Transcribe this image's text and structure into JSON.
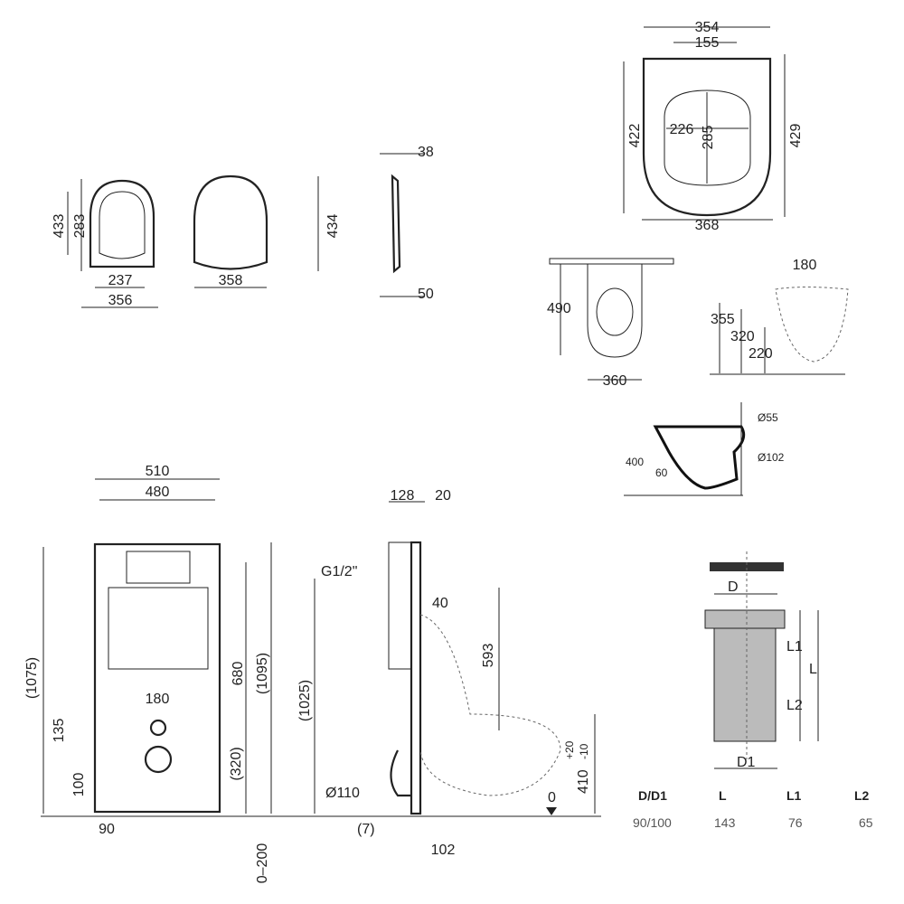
{
  "seat_small": {
    "height": "433",
    "inner_height": "283",
    "inner_width": "237",
    "width": "356"
  },
  "seat_lid": {
    "width": "358",
    "height": "434"
  },
  "seat_side": {
    "top": "38",
    "bottom": "50"
  },
  "seat_large": {
    "width_top": "354",
    "hinge": "155",
    "inner_width": "226",
    "inner_height": "285",
    "height_left": "422",
    "height_right": "429",
    "width_bottom": "368"
  },
  "bowl_top": {
    "length": "490",
    "width": "360"
  },
  "bowl_holes": {
    "spacing": "180",
    "h1": "355",
    "h2": "320",
    "h3": "220"
  },
  "bowl_side": {
    "height": "400",
    "base": "60",
    "d_inlet": "Ø55",
    "d_outlet": "Ø102"
  },
  "frame_front": {
    "width_outer": "510",
    "width_inner": "480",
    "height_left": "(1075)",
    "h680": "680",
    "h1095": "(1095)",
    "spacing": "180",
    "h135": "135",
    "h100": "100",
    "h320": "(320)",
    "foot": "90",
    "adjust": "0–200"
  },
  "frame_side": {
    "d128": "128",
    "d20": "20",
    "inlet": "G1/2\"",
    "d40": "40",
    "h593": "593",
    "h1025": "(1025)",
    "outlet": "Ø110",
    "d7": "(7)",
    "d102": "102",
    "h410": "410",
    "tol_plus": "+20",
    "tol_minus": "-10",
    "floor": "0"
  },
  "pipe": {
    "label_d": "D",
    "label_d1": "D1",
    "label_l": "L",
    "label_l1": "L1",
    "label_l2": "L2"
  },
  "table": {
    "headers": [
      "D/D1",
      "L",
      "L1",
      "L2"
    ],
    "values": [
      "90/100",
      "143",
      "76",
      "65"
    ]
  }
}
